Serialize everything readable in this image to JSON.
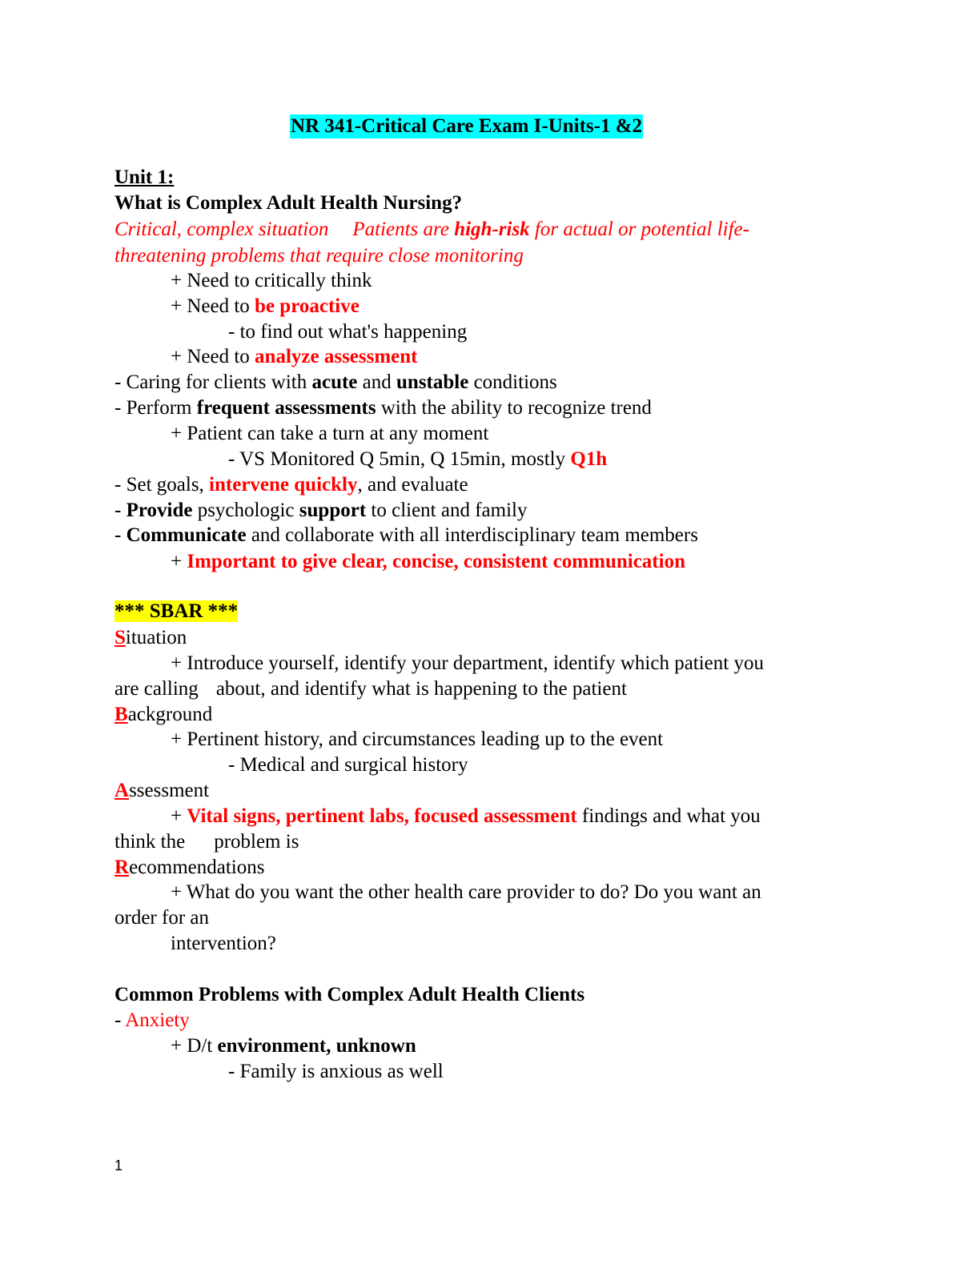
{
  "doc_title": "NR 341-Critical Care Exam I-Units-1 &2",
  "unit1": {
    "heading": "Unit 1:",
    "question": "What is Complex Adult Health Nursing?",
    "intro_a": "Critical, complex situation",
    "intro_b": "Patients are ",
    "intro_b_bold": "high-risk",
    "intro_b_rest": " for actual or potential life-",
    "intro_c": "threatening problems that require close monitoring",
    "need_think": "+ Need to critically think",
    "need_proactive_pre": "+ Need to ",
    "need_proactive_em": "be proactive",
    "find_out": "- to find out what's happening",
    "need_analyze_pre": "+ Need to ",
    "need_analyze_em": "analyze assessment",
    "caring_pre": "- Caring for clients with ",
    "caring_acute": "acute",
    "caring_and": " and ",
    "caring_unstable": "unstable",
    "caring_post": " conditions",
    "perform_pre": "- Perform ",
    "perform_em": "frequent assessments",
    "perform_post": " with the ability to recognize trend",
    "turn": "+ Patient can take a turn at any moment",
    "vs_pre": "- VS Monitored Q 5min, Q 15min, mostly ",
    "vs_em": "Q1h",
    "goals_pre": "- Set goals, ",
    "goals_em": "intervene quickly",
    "goals_post": ", and evaluate",
    "provide_dash": "- ",
    "provide_em": "Provide",
    "provide_mid": " psychologic ",
    "provide_support": "support",
    "provide_post": " to client and family",
    "communicate_dash": "- ",
    "communicate_em": "Communicate",
    "communicate_post": " and collaborate with all interdisciplinary team members",
    "important_plus": "+ ",
    "important_em": "Important to give clear, concise, consistent communication"
  },
  "sbar": {
    "heading": "*** SBAR ***",
    "s_letter": "S",
    "s_rest": "ituation",
    "s_detail_1": "+ Introduce yourself, identify your department, identify which patient you",
    "s_detail_2a": "are calling",
    "s_detail_2b": "about, and identify what is happening to the patient",
    "b_letter": "B",
    "b_rest": "ackground",
    "b_detail_1": "+ Pertinent history, and circumstances leading up to the event",
    "b_detail_2": "- Medical and surgical history",
    "a_letter": "A",
    "a_rest": "ssessment",
    "a_detail_plus": "+ ",
    "a_detail_em": "Vital signs, pertinent labs, focused assessment",
    "a_detail_post": " findings and what you",
    "a_detail_2a": "think the",
    "a_detail_2b": "problem is",
    "r_letter": "R",
    "r_rest": "ecommendations",
    "r_detail_1": "+ What do you want the other health care provider to do? Do you want an",
    "r_detail_2": "order for an",
    "r_detail_3": "intervention?"
  },
  "common": {
    "heading": "Common Problems with Complex Adult Health Clients",
    "anxiety_dash": "- ",
    "anxiety": "Anxiety",
    "dt_pre": "+ D/t ",
    "dt_em": "environment, unknown",
    "family": "- Family is anxious as well"
  },
  "page_number": "1",
  "colors": {
    "title_highlight": "#00ffff",
    "sbar_highlight": "#ffff00",
    "emphasis_red": "#ff0000"
  }
}
